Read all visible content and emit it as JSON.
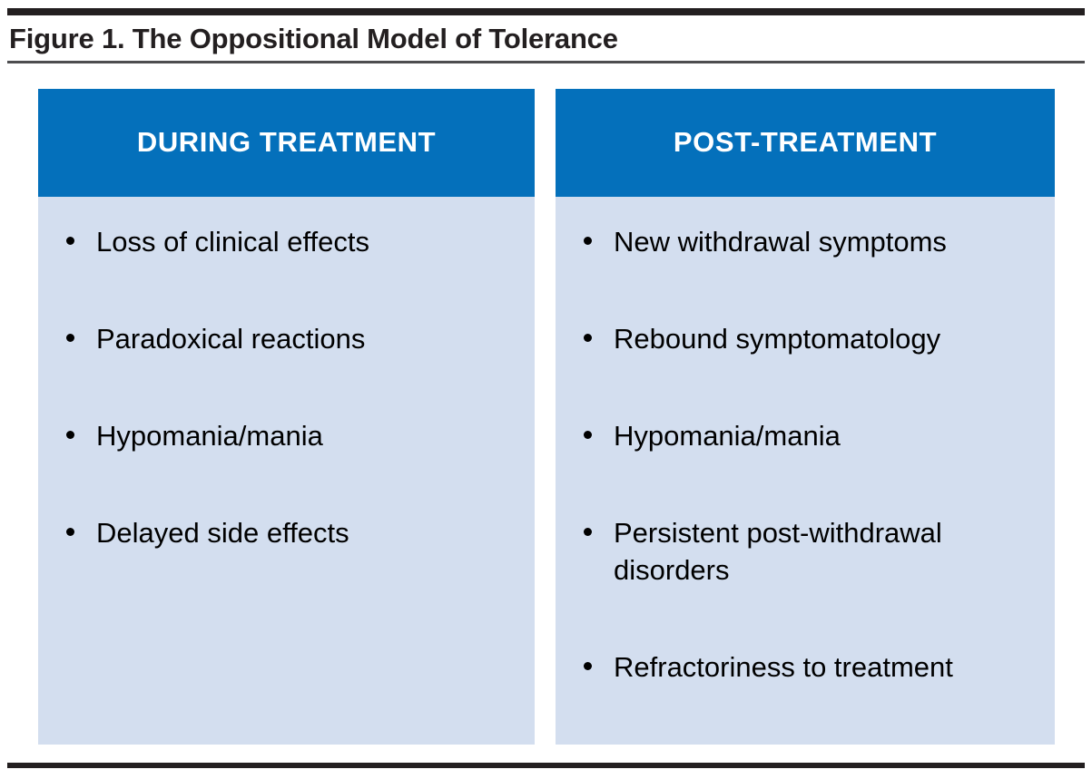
{
  "figure": {
    "title": "Figure 1. The Oppositional Model of Tolerance",
    "accent_color": "#0470bb",
    "panel_background": "#d3deef",
    "rule_color": "#231f20",
    "title_color": "#231f20",
    "header_text_color": "#ffffff",
    "body_text_color": "#000000"
  },
  "columns": [
    {
      "header": "DURING TREATMENT",
      "items": [
        "Loss of clinical effects",
        "Paradoxical reactions",
        "Hypomania/mania",
        "Delayed side effects"
      ]
    },
    {
      "header": "POST-TREATMENT",
      "items": [
        "New withdrawal symptoms",
        "Rebound symptomatology",
        "Hypomania/mania",
        "Persistent post-withdrawal disorders",
        "Refractoriness to treatment"
      ]
    }
  ]
}
